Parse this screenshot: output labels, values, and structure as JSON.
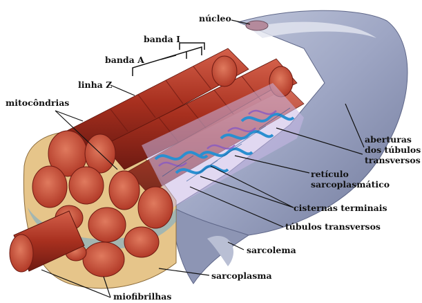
{
  "labels": {
    "nucleo": "núcleo",
    "banda_i": "banda I",
    "banda_a": "banda A",
    "linha_z": "linha Z",
    "mitocondrias": "mitocôndrias",
    "aberturas_1": "aberturas",
    "aberturas_2": "dos túbulos",
    "aberturas_3": "transversos",
    "reticulo_1": "retículo",
    "reticulo_2": "sarcoplasmático",
    "cisternas": "cisternas terminais",
    "tubulos": "túbulos transversos",
    "sarcolema": "sarcolema",
    "sarcoplasma": "sarcoplasma",
    "miofibrilhas": "miofibrilhas"
  },
  "colors": {
    "myofibril": "#b8382a",
    "myofibril_dark": "#7a1e15",
    "myofibril_face": "#d0503c",
    "sarcolemma": "#9ea6c4",
    "sarcolemma_dark": "#6f789a",
    "t_tubule": "#2a8fd0",
    "reticulum": "#7a6ab8",
    "sarcoplasm": "#e8c890"
  }
}
